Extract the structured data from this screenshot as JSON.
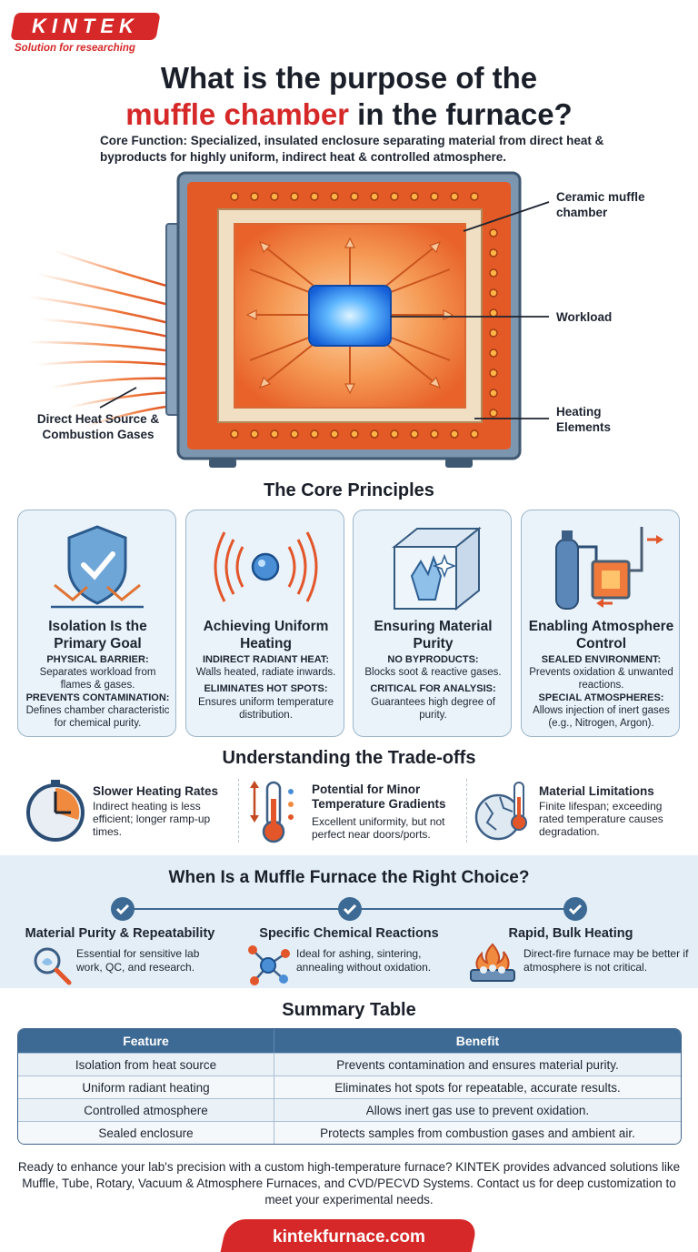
{
  "brand": {
    "logo_text": "KINTEK",
    "tagline": "Solution for researching",
    "color": "#d62828"
  },
  "header": {
    "title_line1": "What is the purpose of the",
    "title_accent": "muffle chamber",
    "title_line2_rest": " in the furnace?",
    "subtitle": "Core Function: Specialized, insulated enclosure separating material from direct heat & byproducts for highly uniform, indirect heat & controlled atmosphere."
  },
  "diagram": {
    "callouts": {
      "muffle": "Ceramic muffle chamber",
      "workload": "Workload",
      "heating": "Heating Elements",
      "direct": "Direct Heat Source & Combustion Gases"
    }
  },
  "principles": {
    "heading": "The Core Principles",
    "cards": [
      {
        "icon": "shield-check-icon",
        "title": "Isolation Is the Primary Goal",
        "label1": "PHYSICAL BARRIER:",
        "text1": "Separates workload from flames & gases.",
        "label2": "PREVENTS CONTAMINATION:",
        "text2": "Defines chamber characteristic for chemical purity."
      },
      {
        "icon": "radiant-heat-icon",
        "title": "Achieving Uniform Heating",
        "label1": "INDIRECT RADIANT HEAT:",
        "text1": "Walls heated, radiate inwards.",
        "label2": "ELIMINATES HOT SPOTS:",
        "text2": "Ensures uniform temperature distribution."
      },
      {
        "icon": "crystal-box-icon",
        "title": "Ensuring Material Purity",
        "label1": "NO BYPRODUCTS:",
        "text1": "Blocks soot & reactive gases.",
        "label2": "CRITICAL FOR ANALYSIS:",
        "text2": "Guarantees high degree of purity."
      },
      {
        "icon": "gas-cylinder-icon",
        "title": "Enabling Atmosphere Control",
        "label1": "SEALED ENVIRONMENT:",
        "text1": "Prevents oxidation & unwanted reactions.",
        "label2": "SPECIAL ATMOSPHERES:",
        "text2": "Allows injection of inert gases (e.g., Nitrogen, Argon)."
      }
    ]
  },
  "tradeoffs": {
    "heading": "Understanding the Trade-offs",
    "items": [
      {
        "icon": "timer-icon",
        "title": "Slower Heating Rates",
        "text": "Indirect heating is less efficient; longer ramp-up times."
      },
      {
        "icon": "thermometer-icon",
        "title": "Potential for Minor Temperature Gradients",
        "text": "Excellent uniformity, but not perfect near doors/ports."
      },
      {
        "icon": "cracked-ceramic-icon",
        "title": "Material Limitations",
        "text": "Finite lifespan; exceeding rated temperature causes degradation."
      }
    ]
  },
  "choice": {
    "heading": "When Is a Muffle Furnace the Right Choice?",
    "items": [
      {
        "icon": "magnifier-icon",
        "title": "Material Purity & Repeatability",
        "text": "Essential for sensitive lab work, QC, and research."
      },
      {
        "icon": "molecule-icon",
        "title": "Specific Chemical Reactions",
        "text": "Ideal for ashing, sintering, annealing without oxidation."
      },
      {
        "icon": "fire-tray-icon",
        "title": "Rapid, Bulk Heating",
        "text": "Direct-fire furnace may be better if atmosphere is not critical."
      }
    ]
  },
  "summary": {
    "heading": "Summary Table",
    "columns": [
      "Feature",
      "Benefit"
    ],
    "rows": [
      [
        "Isolation from heat source",
        "Prevents contamination and ensures material purity."
      ],
      [
        "Uniform radiant heating",
        "Eliminates hot spots for repeatable, accurate results."
      ],
      [
        "Controlled atmosphere",
        "Allows inert gas use to prevent oxidation."
      ],
      [
        "Sealed enclosure",
        "Protects samples from combustion gases and ambient air."
      ]
    ]
  },
  "footer": {
    "cta": "Ready to enhance your lab's precision with a custom high-temperature furnace? KINTEK provides advanced solutions like Muffle, Tube, Rotary, Vacuum & Atmosphere Furnaces, and CVD/PECVD Systems. Contact us for deep customization to meet your experimental needs.",
    "url": "kintekfurnace.com"
  }
}
